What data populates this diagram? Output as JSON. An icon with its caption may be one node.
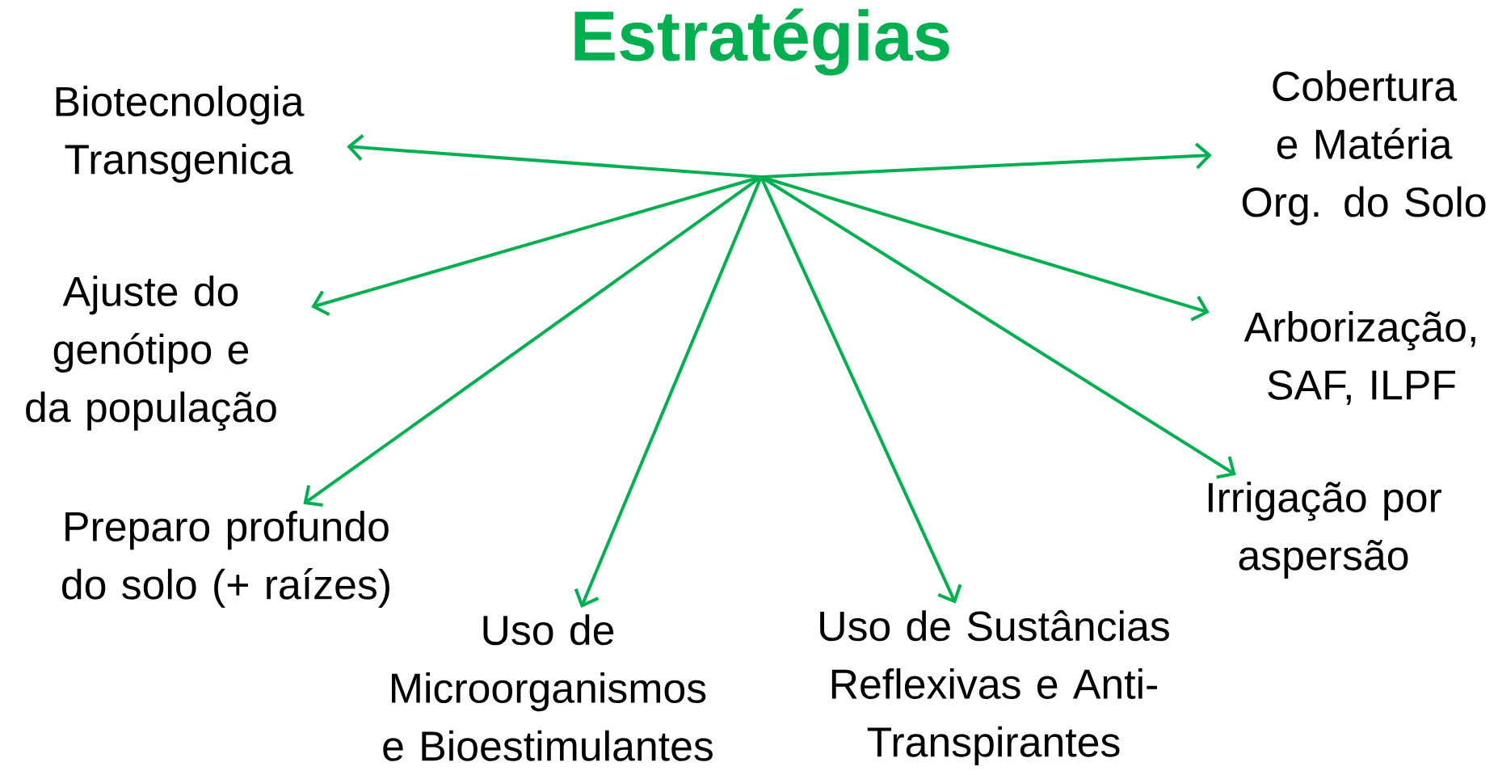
{
  "diagram": {
    "title": "Estratégias",
    "nodes": [
      {
        "text": [
          "Biotecnologia Transgenica"
        ]
      },
      {
        "text": [
          "Cobertura e Matéria Org. do Solo"
        ]
      },
      {
        "text": [
          "Ajuste do genótipo e da população"
        ]
      },
      {
        "text": [
          "Arborização, SAF, ILPF"
        ]
      },
      {
        "text": [
          "Preparo profundo do solo (+ raízes)"
        ]
      },
      {
        "text": [
          "Irrigação por aspersão"
        ]
      },
      {
        "text": [
          "Uso de Microorganismos e Bioestimulantes"
        ]
      },
      {
        "text": [
          "Uso de Sustâncias Reflexivas e Anti-Transpirantes"
        ]
      }
    ],
    "edges": [
      {
        "from": null,
        "to": 0,
        "arrow": "to"
      },
      {
        "from": null,
        "to": 1,
        "arrow": "to"
      },
      {
        "from": null,
        "to": 2,
        "arrow": "to"
      },
      {
        "from": null,
        "to": 3,
        "arrow": "to"
      },
      {
        "from": null,
        "to": 4,
        "arrow": "to"
      },
      {
        "from": null,
        "to": 5,
        "arrow": "to"
      },
      {
        "from": null,
        "to": 6,
        "arrow": "to"
      },
      {
        "from": null,
        "to": 7,
        "arrow": "to"
      }
    ]
  }
}
